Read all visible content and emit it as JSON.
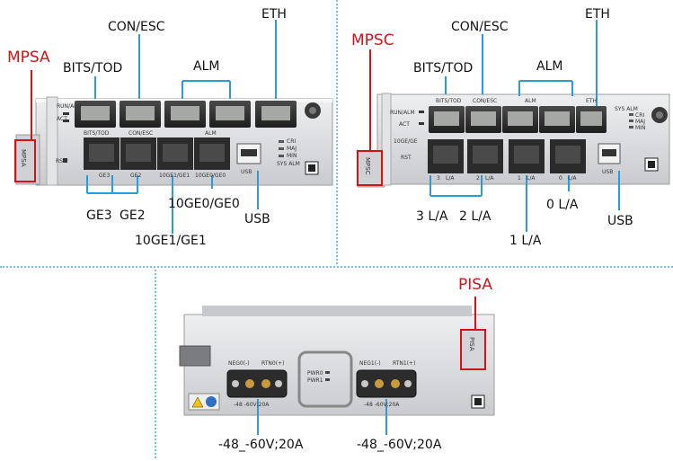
{
  "mpsa": {
    "title": "MPSA",
    "side_label": "MPSA",
    "callouts": {
      "con_esc": "CON/ESC",
      "eth": "ETH",
      "bits_tod": "BITS/TOD",
      "alm": "ALM",
      "ge3": "GE3",
      "ge2": "GE2",
      "tenge0": "10GE0/GE0",
      "usb": "USB",
      "tenge1": "10GE1/GE1"
    },
    "panel_text": {
      "bits_tod": "BITS/TOD",
      "con_esc": "CON/ESC",
      "alm": "ALM",
      "run_alm": "RUN/ALM",
      "act": "ACT",
      "rst": "RST",
      "ge3": "GE3",
      "ge2": "GE2",
      "tenge1_small": "10GE1/GE1",
      "tenge0_small": "10GE0/GE0",
      "cri": "CRI",
      "maj": "MAJ",
      "min": "MIN",
      "sys_alm": "SYS ALM",
      "usb": "USB"
    }
  },
  "mpsc": {
    "title": "MPSC",
    "side_label": "MPSC",
    "callouts": {
      "con_esc": "CON/ESC",
      "eth": "ETH",
      "bits_tod": "BITS/TOD",
      "alm": "ALM",
      "port3": "3 L/A",
      "port2": "2 L/A",
      "port0": "0 L/A",
      "usb": "USB",
      "port1": "1 L/A"
    },
    "panel_text": {
      "bits_tod": "BITS/TOD",
      "con_esc": "CON/ESC",
      "alm": "ALM",
      "eth": "ETH",
      "sys_alm": "SYS ALM",
      "cri": "CRI",
      "maj": "MAJ",
      "min": "MIN",
      "run_alm": "RUN/ALM",
      "act": "ACT",
      "tenge_ge": "10GE/GE",
      "rst": "RST",
      "p3": "3",
      "p2": "2",
      "p1": "1",
      "p0": "0",
      "la": "L/A",
      "usb": "USB"
    }
  },
  "pisa": {
    "title": "PISA",
    "side_label": "PISA",
    "callouts": {
      "left_input": "-48_-60V;20A",
      "right_input": "-48_-60V;20A"
    },
    "panel_text": {
      "neg0": "NEG0(-)",
      "rtn0": "RTN0(+)",
      "neg1": "NEG1(-)",
      "rtn1": "RTN1(+)",
      "pwr0": "PWR0",
      "pwr1": "PWR1",
      "rating_left": "-48 -60V;20A",
      "rating_right": "-48 -60V;20A"
    }
  },
  "colors": {
    "highlight_red": "#d2141a",
    "callout_blue": "#2e9ad8",
    "divider_dotted": "#7fbfe6",
    "panel_silver": "#d9dadc",
    "port_dark": "#2b2b2b"
  }
}
